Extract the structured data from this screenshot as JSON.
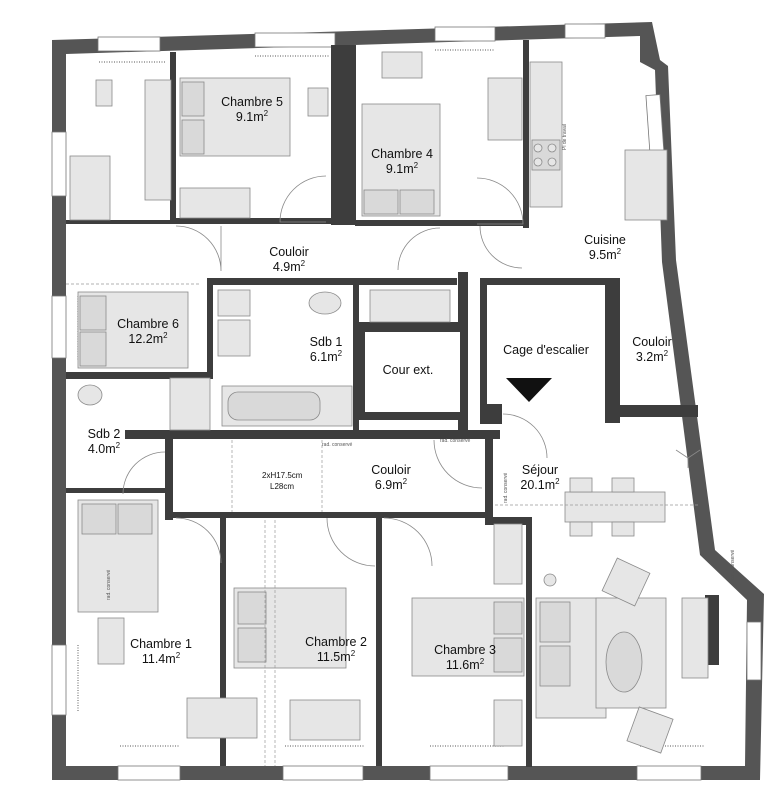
{
  "plan": {
    "rooms": [
      {
        "id": "chambre5",
        "name": "Chambre 5",
        "area": "9.1m",
        "sup": "2"
      },
      {
        "id": "chambre4",
        "name": "Chambre 4",
        "area": "9.1m",
        "sup": "2"
      },
      {
        "id": "couloir-top",
        "name": "Couloir",
        "area": "4.9m",
        "sup": "2"
      },
      {
        "id": "cuisine",
        "name": "Cuisine",
        "area": "9.5m",
        "sup": "2"
      },
      {
        "id": "chambre6",
        "name": "Chambre 6",
        "area": "12.2m",
        "sup": "2"
      },
      {
        "id": "sdb1",
        "name": "Sdb 1",
        "area": "6.1m",
        "sup": "2"
      },
      {
        "id": "cour",
        "name": "Cour ext.",
        "area": "",
        "sup": ""
      },
      {
        "id": "cage",
        "name": "Cage d'escalier",
        "area": "",
        "sup": ""
      },
      {
        "id": "couloir-right",
        "name": "Couloir",
        "area": "3.2m",
        "sup": "2"
      },
      {
        "id": "sdb2",
        "name": "Sdb 2",
        "area": "4.0m",
        "sup": "2"
      },
      {
        "id": "couloir-mid",
        "name": "Couloir",
        "area": "6.9m",
        "sup": "2"
      },
      {
        "id": "sejour",
        "name": "Séjour",
        "area": "20.1m",
        "sup": "2"
      },
      {
        "id": "chambre1",
        "name": "Chambre 1",
        "area": "11.4m",
        "sup": "2"
      },
      {
        "id": "chambre2",
        "name": "Chambre 2",
        "area": "11.5m",
        "sup": "2"
      },
      {
        "id": "chambre3",
        "name": "Chambre 3",
        "area": "11.6m",
        "sup": "2"
      }
    ],
    "stair_note": {
      "line1": "2xH17.5cm",
      "line2": "L28cm"
    },
    "small_labels": {
      "conserve": "rad. conservé",
      "plan_travail": "Pl de travail"
    }
  }
}
